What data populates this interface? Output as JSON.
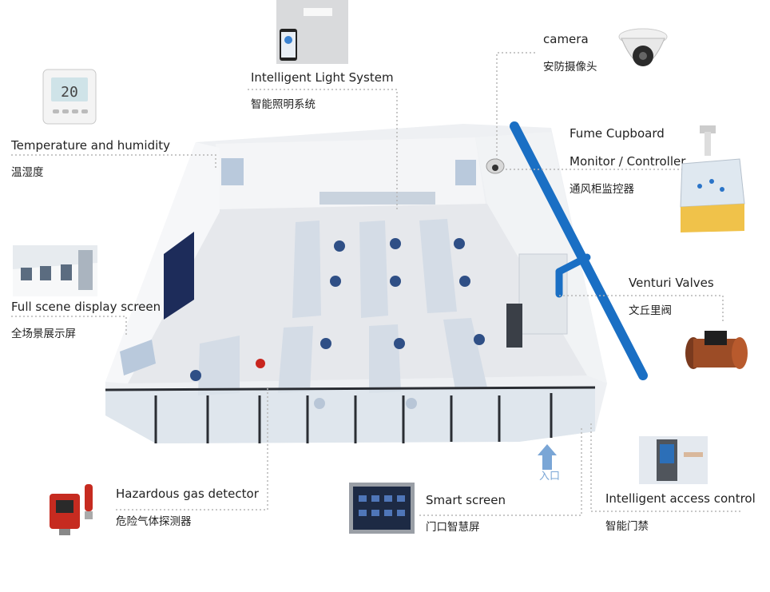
{
  "callouts": {
    "thermostat": {
      "en": "Temperature and humidity",
      "cn": "温湿度",
      "icon": "thermostat-icon",
      "display": "20"
    },
    "light": {
      "en": "Intelligent Light System",
      "cn": "智能照明系统",
      "icon": "phone-light-icon"
    },
    "camera": {
      "en": "camera",
      "cn": "安防摄像头",
      "icon": "dome-camera-icon"
    },
    "fume": {
      "en1": "Fume Cupboard",
      "en2": "Monitor / Controller",
      "cn": "通风柜监控器",
      "icon": "fume-cupboard-icon"
    },
    "display": {
      "en": "Full scene display screen",
      "cn": "全场景展示屏",
      "icon": "display-screen-icon"
    },
    "venturi": {
      "en": "Venturi Valves",
      "cn": "文丘里阀",
      "icon": "venturi-valve-icon"
    },
    "gas": {
      "en": "Hazardous gas detector",
      "cn": "危险气体探测器",
      "icon": "gas-detector-icon"
    },
    "smart": {
      "en": "Smart screen",
      "cn": "门口智慧屏",
      "icon": "smart-screen-icon"
    },
    "access": {
      "en": "Intelligent access control",
      "cn": "智能门禁",
      "icon": "access-control-icon"
    }
  },
  "entrance": {
    "label": "入口"
  },
  "colors": {
    "duct": "#1a6fc4",
    "arrow": "#7aa6d6",
    "leader": "#b5b5b5",
    "floor": "#e9ebee",
    "wall": "#f2f4f6",
    "bench": "#d6dee8",
    "chair": "#2f4f86"
  }
}
